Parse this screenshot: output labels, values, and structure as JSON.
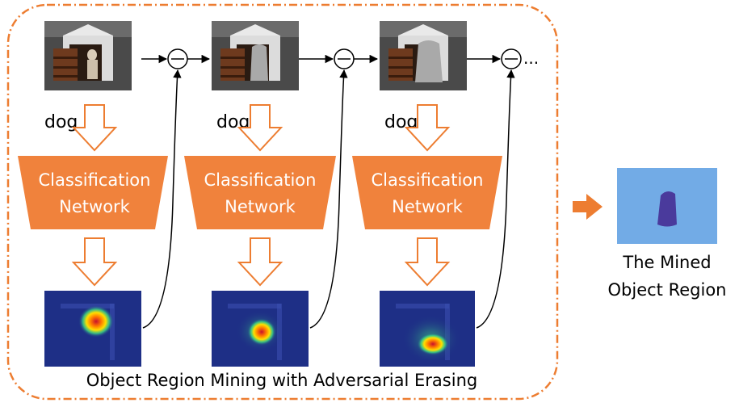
{
  "colors": {
    "frame": "#ED7D31",
    "network_fill": "#F0823C",
    "arrow_stroke": "#ED7D31",
    "mask_background": "#72ABE6",
    "mask_object": "#4A3A9C",
    "heatmap_background": "#1E2F86"
  },
  "stages": [
    {
      "class_label": "dog",
      "network_line1": "Classification",
      "network_line2": "Network",
      "input_image": "doghouse-with-dog",
      "attention_map": "heatmap-small-hotspot"
    },
    {
      "class_label": "dog",
      "network_line1": "Classification",
      "network_line2": "Network",
      "input_image": "doghouse-dog-partially-erased",
      "attention_map": "heatmap-center-hotspot"
    },
    {
      "class_label": "dog",
      "network_line1": "Classification",
      "network_line2": "Network",
      "input_image": "doghouse-dog-fully-erased",
      "attention_map": "heatmap-lower-hotspot"
    }
  ],
  "erase_operator_symbol": "⊖",
  "continuation": "...",
  "frame_caption": "Object Region Mining with Adversarial Erasing",
  "result": {
    "line1": "The Mined",
    "line2": "Object Region",
    "image": "mined-object-mask"
  }
}
